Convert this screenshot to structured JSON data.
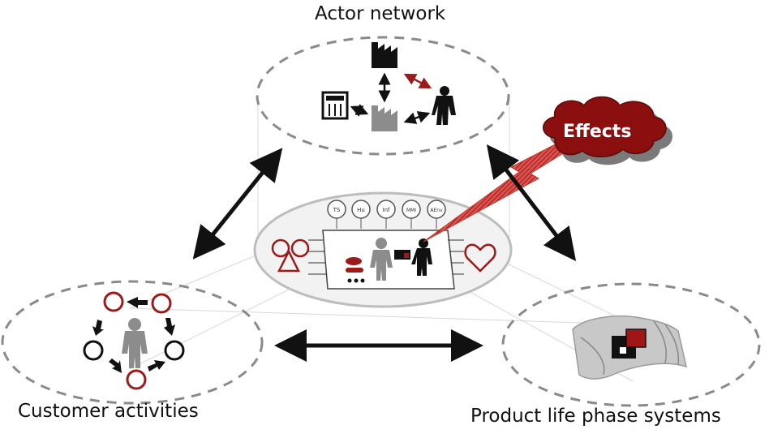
{
  "labels": {
    "actor_network": "Actor network",
    "customer_activities": "Customer activities",
    "product_life_phase": "Product life phase systems",
    "effects": "Effects"
  },
  "process_circles": [
    "TS",
    "Hu",
    "Inf",
    "MMI",
    "AEnv"
  ],
  "colors": {
    "accent_red": "#9b1b1b",
    "dark": "#111111",
    "grey": "#8c8c8c",
    "dash": "#8a8a8a"
  }
}
